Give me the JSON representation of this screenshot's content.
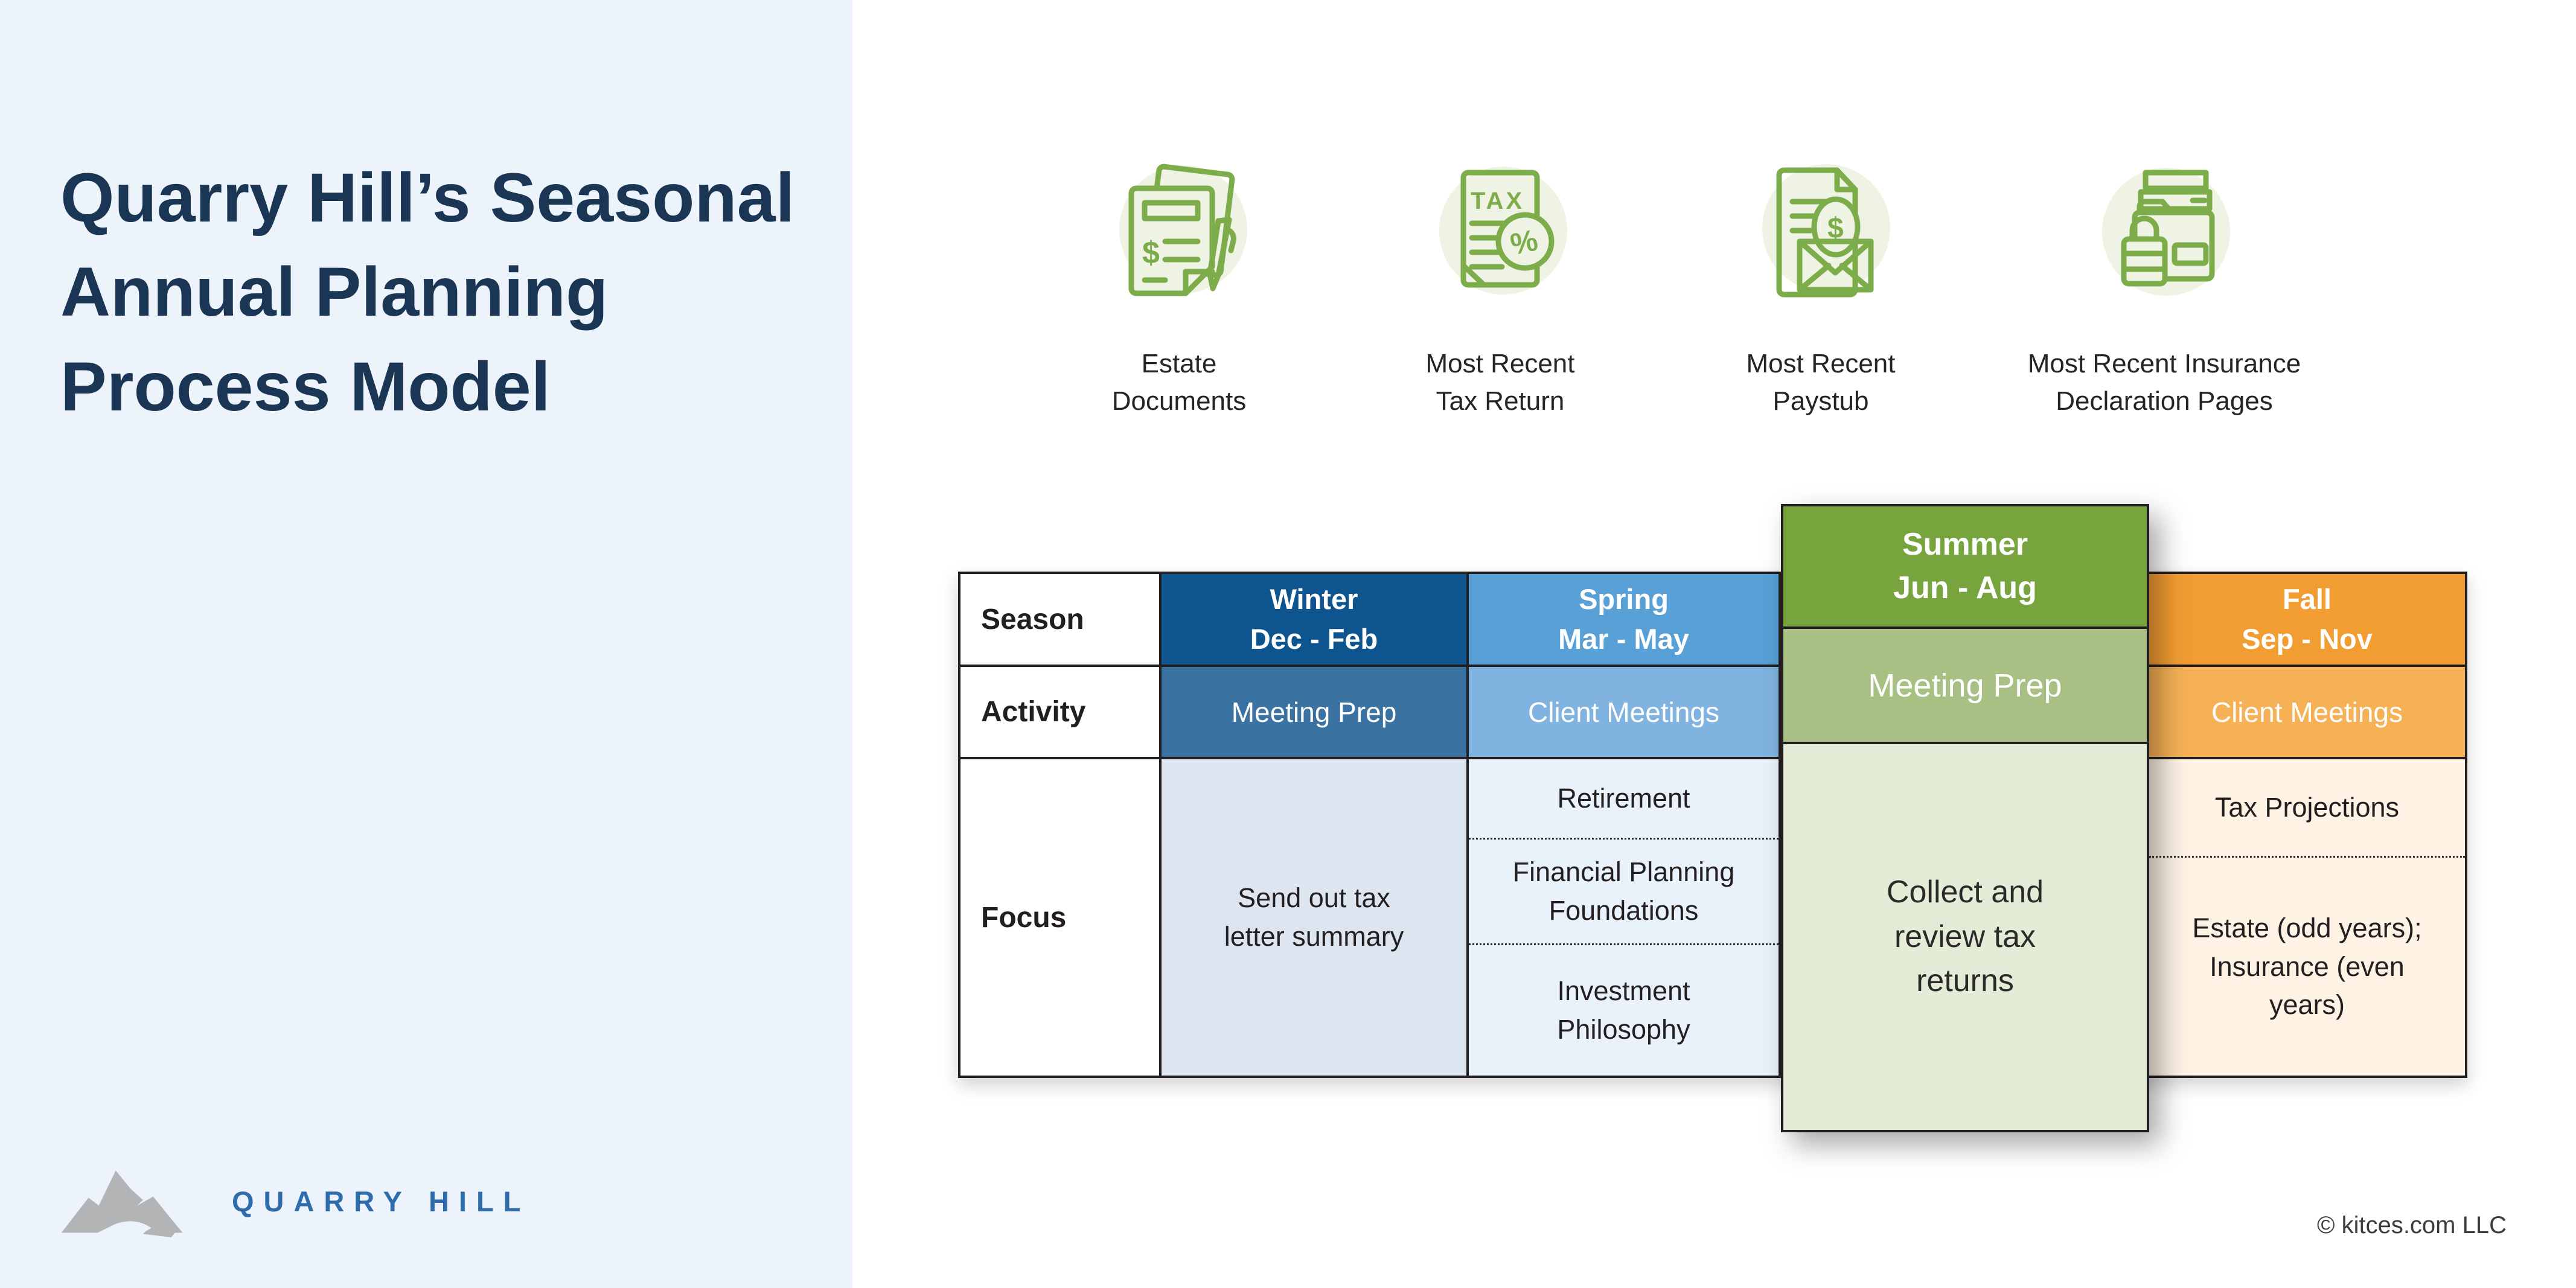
{
  "sidebar": {
    "title": "Quarry Hill’s Seasonal Annual Planning Process Model",
    "logo_text": "QUARRY HILL",
    "colors": {
      "background": "#ecf3fb",
      "title": "#1a3654",
      "logo_blue": "#2e6cad",
      "mountain_gray": "#b2b4b6"
    }
  },
  "documents": {
    "icon_color": "#7dac4b",
    "icon_bg_color": "#eef3e4",
    "items": [
      {
        "icon": "estate-documents-icon",
        "label": "Estate Documents",
        "glyph": "$"
      },
      {
        "icon": "tax-return-icon",
        "label": "Most Recent Tax Return",
        "glyph": "TAX",
        "glyph2": "%"
      },
      {
        "icon": "paystub-icon",
        "label": "Most Recent Paystub",
        "glyph": "$"
      },
      {
        "icon": "insurance-declarations-icon",
        "label": "Most Recent Insurance Declaration Pages"
      }
    ]
  },
  "table": {
    "row_labels": [
      "Season",
      "Activity",
      "Focus"
    ],
    "border_color": "#231f20",
    "columns": [
      {
        "season": "Winter",
        "months": "Dec - Feb",
        "activity": "Meeting Prep",
        "focus_items": [
          "Send out tax letter summary"
        ],
        "colors": {
          "header": "#0e548e",
          "activity": "#3a72a2",
          "focus": "#dce5f0"
        }
      },
      {
        "season": "Spring",
        "months": "Mar - May",
        "activity": "Client Meetings",
        "focus_items": [
          "Retirement",
          "Financial Planning Foundations",
          "Investment Philosophy"
        ],
        "colors": {
          "header": "#58a0d6",
          "activity": "#80b3e0",
          "focus": "#e9f1fa"
        }
      },
      {
        "season": "Summer",
        "months": "Jun - Aug",
        "activity": "Meeting Prep",
        "focus_items": [
          "Collect and review tax returns"
        ],
        "elevated": true,
        "colors": {
          "header": "#78a43d",
          "activity": "#a9c084",
          "focus": "#e4ecd8"
        }
      },
      {
        "season": "Fall",
        "months": "Sep - Nov",
        "activity": "Client Meetings",
        "focus_items": [
          "Tax Projections",
          "Estate (odd years); Insurance (even years)"
        ],
        "colors": {
          "header": "#f29d32",
          "activity": "#f6b156",
          "focus": "#fdf2e4"
        }
      }
    ]
  },
  "page": {
    "copyright": "© kitces.com LLC"
  }
}
